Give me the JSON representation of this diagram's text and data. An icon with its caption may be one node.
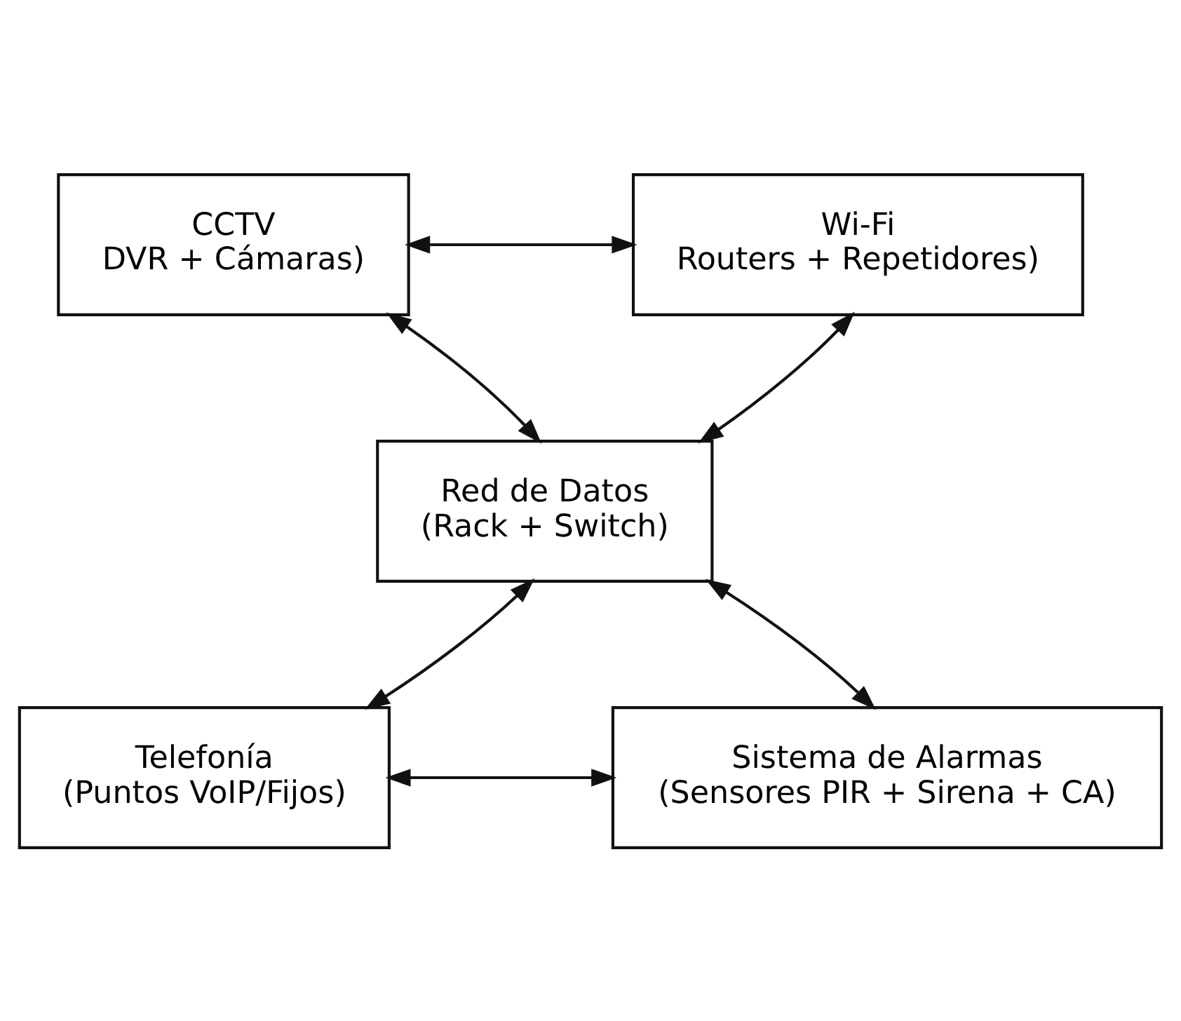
{
  "diagram": {
    "nodes": [
      {
        "text": [
          "CCTV",
          "DVR + Cámaras)"
        ]
      },
      {
        "text": [
          "Wi-Fi",
          "Routers + Repetidores)"
        ]
      },
      {
        "text": [
          "Red de Datos",
          "(Rack + Switch)"
        ]
      },
      {
        "text": [
          "Telefonía",
          "(Puntos VoIP/Fijos)"
        ]
      },
      {
        "text": [
          "Sistema de Alarmas",
          "(Sensores PIR + Sirena + CA)"
        ]
      }
    ],
    "edges": [
      {
        "from": 0,
        "to": 1,
        "arrow": "both"
      },
      {
        "from": 0,
        "to": 2,
        "arrow": "both"
      },
      {
        "from": 1,
        "to": 2,
        "arrow": "both"
      },
      {
        "from": 3,
        "to": 2,
        "arrow": "both"
      },
      {
        "from": 4,
        "to": 2,
        "arrow": "both"
      },
      {
        "from": 3,
        "to": 4,
        "arrow": "both"
      }
    ]
  }
}
